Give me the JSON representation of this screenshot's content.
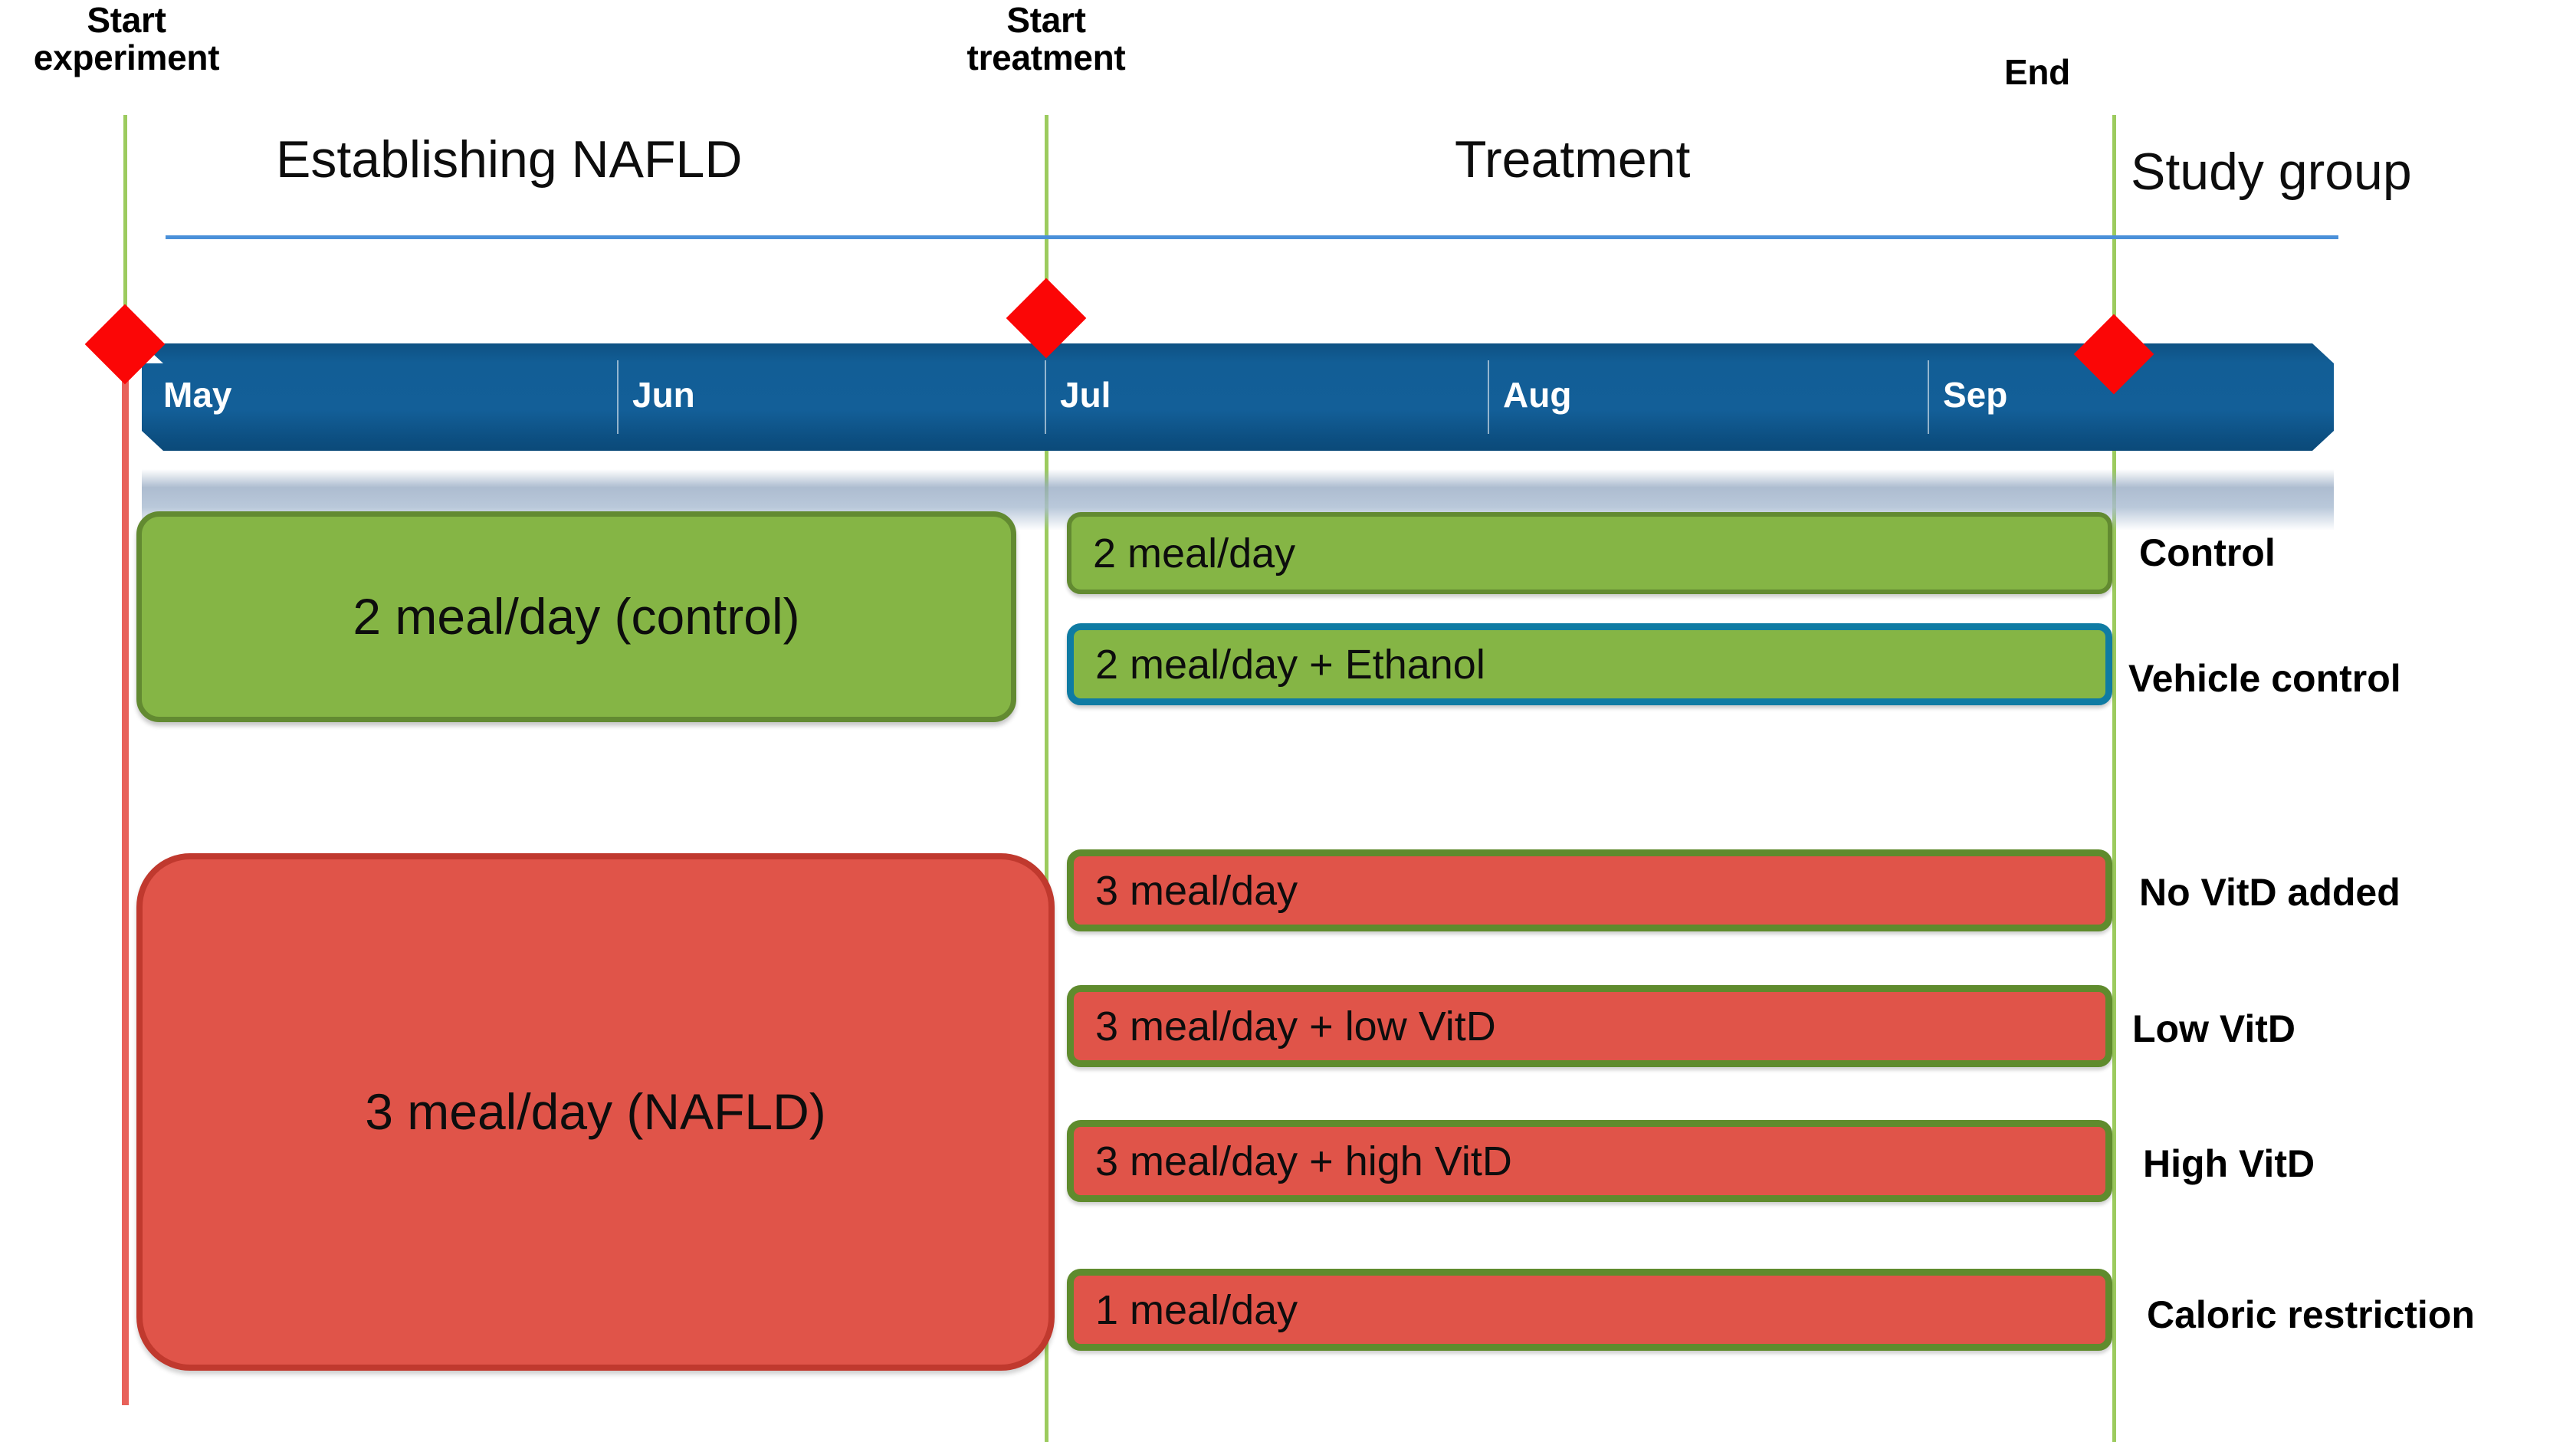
{
  "milestones": [
    {
      "name": "start-experiment",
      "label": "Start\nexperiment"
    },
    {
      "name": "start-treatment",
      "label": "Start\ntreatment"
    },
    {
      "name": "end",
      "label": "End"
    }
  ],
  "phases": [
    {
      "name": "establishing-nafld",
      "label": "Establishing NAFLD"
    },
    {
      "name": "treatment",
      "label": "Treatment"
    },
    {
      "name": "study-group",
      "label": "Study group"
    }
  ],
  "timeline": {
    "months": [
      "May",
      "Jun",
      "Jul",
      "Aug",
      "Sep"
    ],
    "bar_color": "#12588f",
    "marker_color": "#fb0606"
  },
  "establishing_blocks": [
    {
      "name": "control-diet-block",
      "label": "2 meal/day (control)",
      "fill": "#85b545"
    },
    {
      "name": "nafld-diet-block",
      "label": "3 meal/day (NAFLD)",
      "fill": "#e05449"
    }
  ],
  "treatment_arms": [
    {
      "name": "control",
      "bar_label": "2 meal/day",
      "group_label": "Control",
      "fill": "#85b545",
      "border": "#628a31"
    },
    {
      "name": "vehicle-control",
      "bar_label": "2 meal/day + Ethanol",
      "group_label": "Vehicle control",
      "fill": "#85b545",
      "border": "#0f7ba3"
    },
    {
      "name": "no-vitd-added",
      "bar_label": "3 meal/day",
      "group_label": "No VitD added",
      "fill": "#e05449",
      "border": "#5f8b2d"
    },
    {
      "name": "low-vitd",
      "bar_label": "3 meal/day + low VitD",
      "group_label": "Low VitD",
      "fill": "#e05449",
      "border": "#5f8b2d"
    },
    {
      "name": "high-vitd",
      "bar_label": "3 meal/day + high VitD",
      "group_label": "High VitD",
      "fill": "#e05449",
      "border": "#5f8b2d"
    },
    {
      "name": "caloric-restriction",
      "bar_label": "1 meal/day",
      "group_label": "Caloric restriction",
      "fill": "#e05449",
      "border": "#5f8b2d"
    }
  ],
  "colors": {
    "guide_green": "#9ccb5e",
    "guide_red": "#e8615a",
    "rule_blue": "#4a90d9"
  }
}
